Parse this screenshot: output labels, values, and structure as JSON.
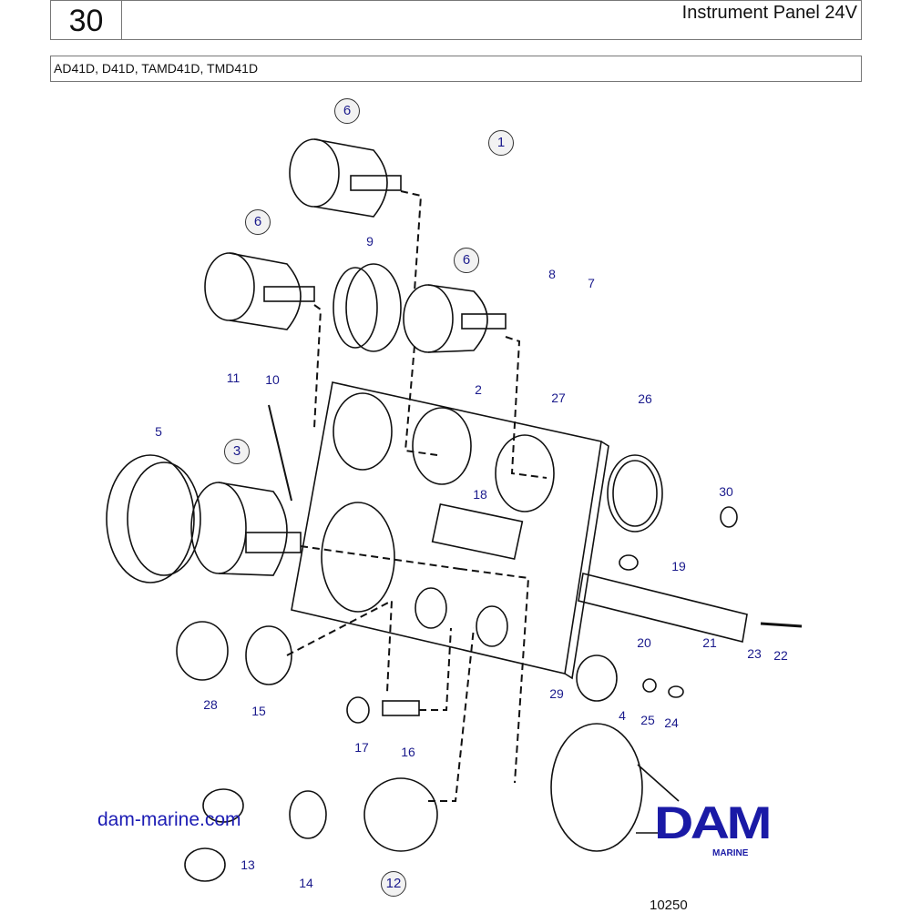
{
  "header": {
    "section_number": "30",
    "title": "Instrument Panel 24V"
  },
  "models": "AD41D, D41D, TAMD41D, TMD41D",
  "callouts": [
    "6",
    "1",
    "6",
    "9",
    "6",
    "8",
    "7",
    "11",
    "10",
    "2",
    "27",
    "26",
    "5",
    "3",
    "18",
    "30",
    "19",
    "20",
    "21",
    "23",
    "22",
    "29",
    "25",
    "24",
    "4",
    "28",
    "15",
    "17",
    "16",
    "13",
    "14",
    "12"
  ],
  "website": "dam-marine.com",
  "logo": {
    "name": "DAM",
    "sub": "MARINE"
  },
  "figure_number": "10250",
  "colors": {
    "callout": "#1a1a8c",
    "brand": "#1a1aa6"
  }
}
